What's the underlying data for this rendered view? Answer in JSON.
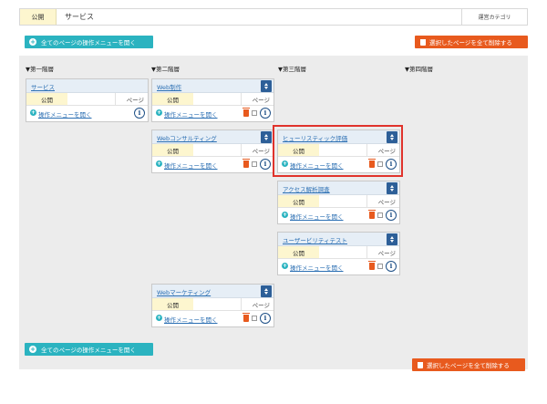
{
  "topbar": {
    "status": "公開",
    "title": "サービス",
    "category": "運営カテゴリ"
  },
  "actions": {
    "open_all_label": "全てのページの操作メニューを開く",
    "delete_selected_label": "選択したページを全て削除する"
  },
  "levels": [
    "▼第一階層",
    "▼第二階層",
    "▼第三階層",
    "▼第四階層"
  ],
  "pages": [
    {
      "title": "サービス",
      "status": "公開",
      "type": "ページ",
      "open_label": "操作メニューを開く",
      "deletable": false
    },
    {
      "title": "Web制作",
      "status": "公開",
      "type": "ページ",
      "open_label": "操作メニューを開く",
      "deletable": true
    },
    {
      "title": "Webコンサルティング",
      "status": "公開",
      "type": "ページ",
      "open_label": "操作メニューを開く",
      "deletable": true
    },
    {
      "title": "ヒューリスティック評価",
      "status": "公開",
      "type": "ページ",
      "open_label": "操作メニューを開く",
      "deletable": true
    },
    {
      "title": "アクセス解析調査",
      "status": "公開",
      "type": "ページ",
      "open_label": "操作メニューを開く",
      "deletable": true
    },
    {
      "title": "ユーザービリティテスト",
      "status": "公開",
      "type": "ページ",
      "open_label": "操作メニューを開く",
      "deletable": true
    },
    {
      "title": "Webマーケティング",
      "status": "公開",
      "type": "ページ",
      "open_label": "操作メニューを開く",
      "deletable": true
    }
  ],
  "colors": {
    "accent_teal": "#2bb3c0",
    "delete_orange": "#e85a1e",
    "sort_blue": "#2d5f98",
    "highlight_red": "#e0332b",
    "status_yellow": "#fdf6cf"
  }
}
